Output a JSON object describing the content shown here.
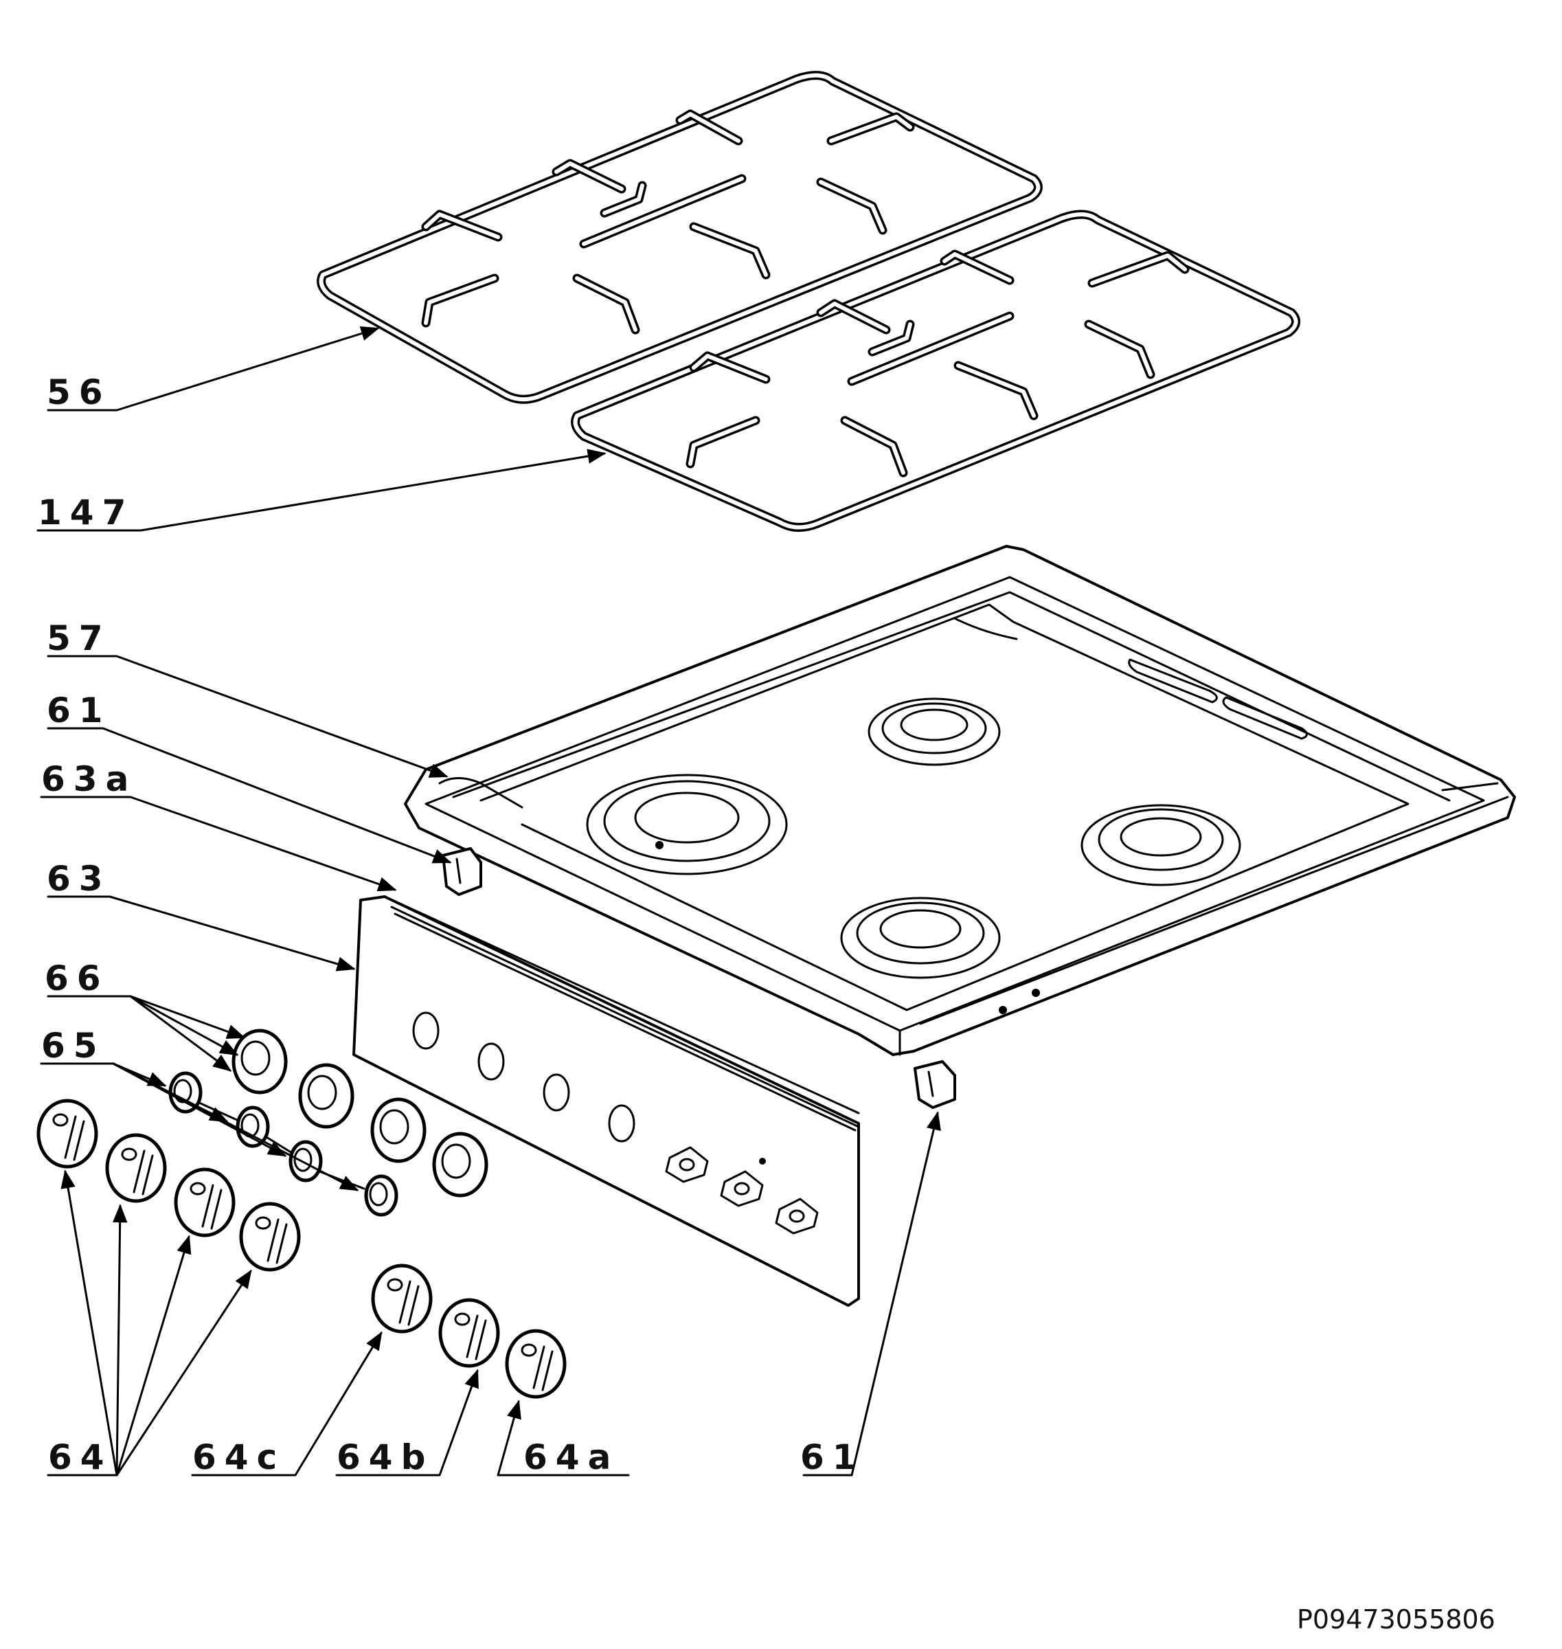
{
  "diagram": {
    "drawing_code": "P09473055806",
    "callouts": {
      "c56": "56",
      "c147": "147",
      "c57": "57",
      "c61_top": "61",
      "c63a": "63a",
      "c63": "63",
      "c66": "66",
      "c65": "65",
      "c64": "64",
      "c64c": "64c",
      "c64b": "64b",
      "c64a": "64a",
      "c61_bottom": "61"
    }
  }
}
